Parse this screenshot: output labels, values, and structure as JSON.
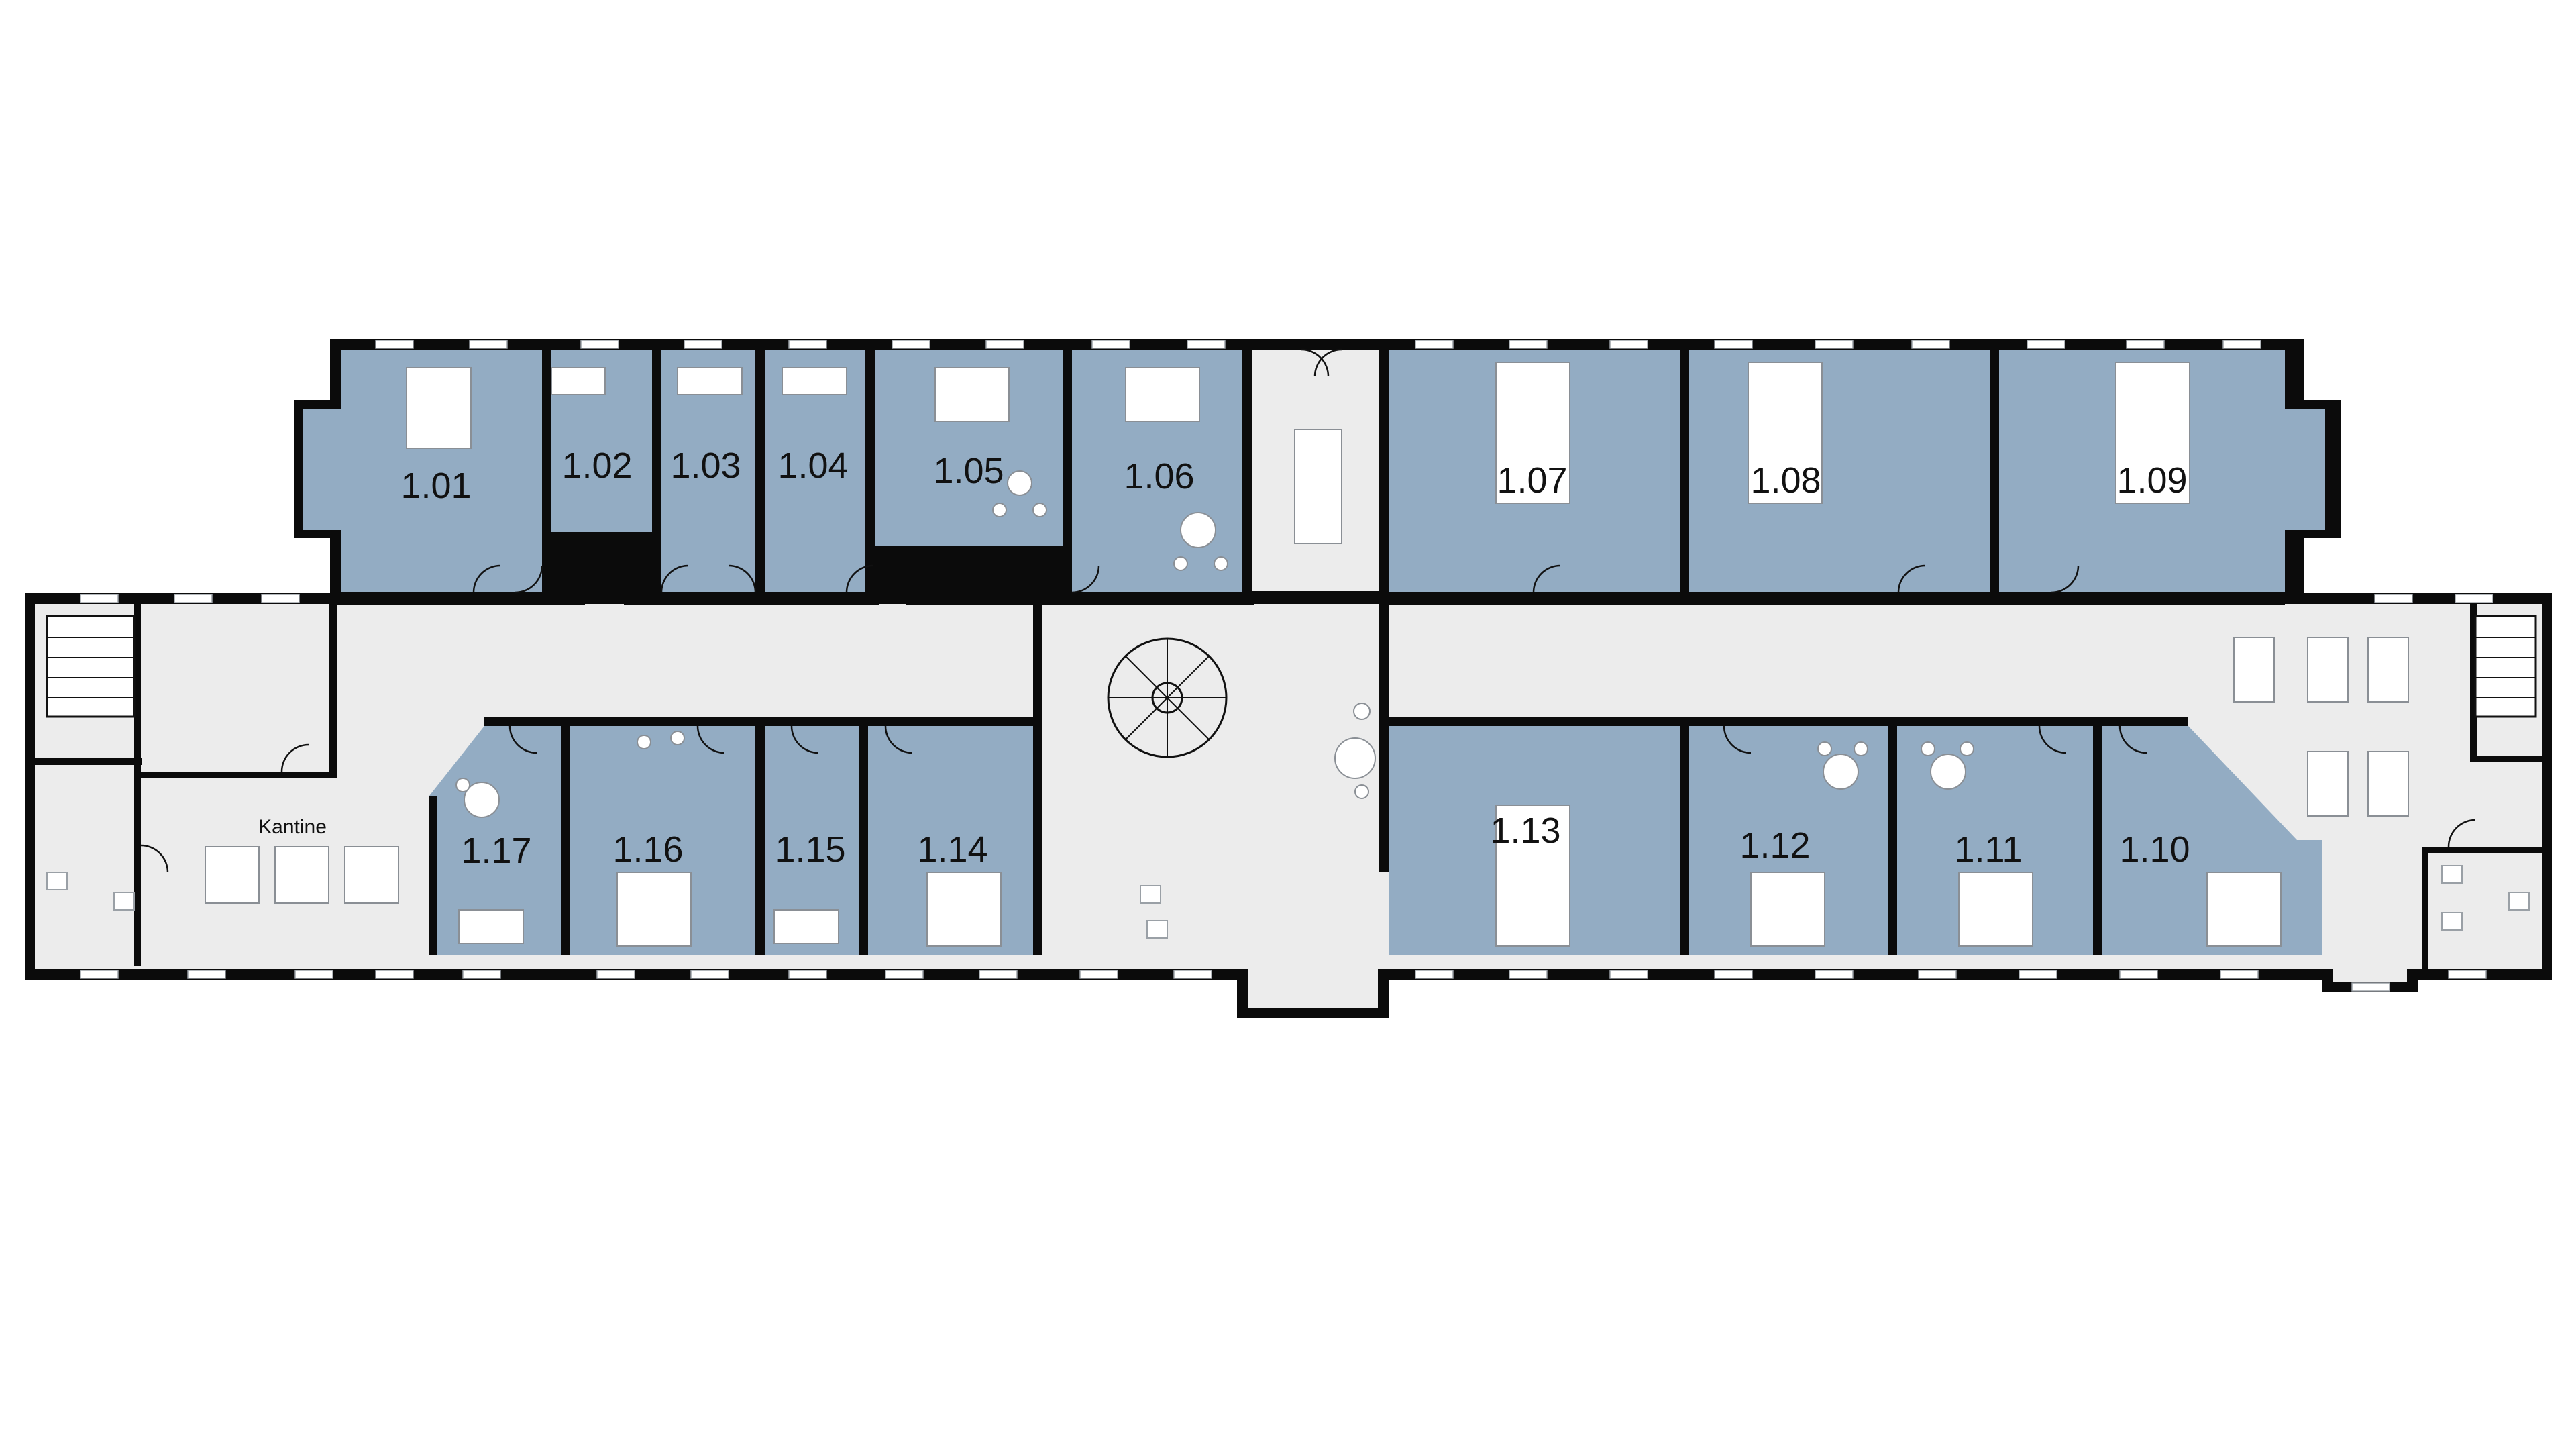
{
  "colors": {
    "office": "#93acc3",
    "common": "#ececec",
    "wall": "#0b0b0b"
  },
  "rooms": {
    "r101": "1.01",
    "r102": "1.02",
    "r103": "1.03",
    "r104": "1.04",
    "r105": "1.05",
    "r106": "1.06",
    "r107": "1.07",
    "r108": "1.08",
    "r109": "1.09",
    "r110": "1.10",
    "r111": "1.11",
    "r112": "1.12",
    "r113": "1.13",
    "r114": "1.14",
    "r115": "1.15",
    "r116": "1.16",
    "r117": "1.17"
  },
  "labels": {
    "canteen": "Kantine"
  }
}
